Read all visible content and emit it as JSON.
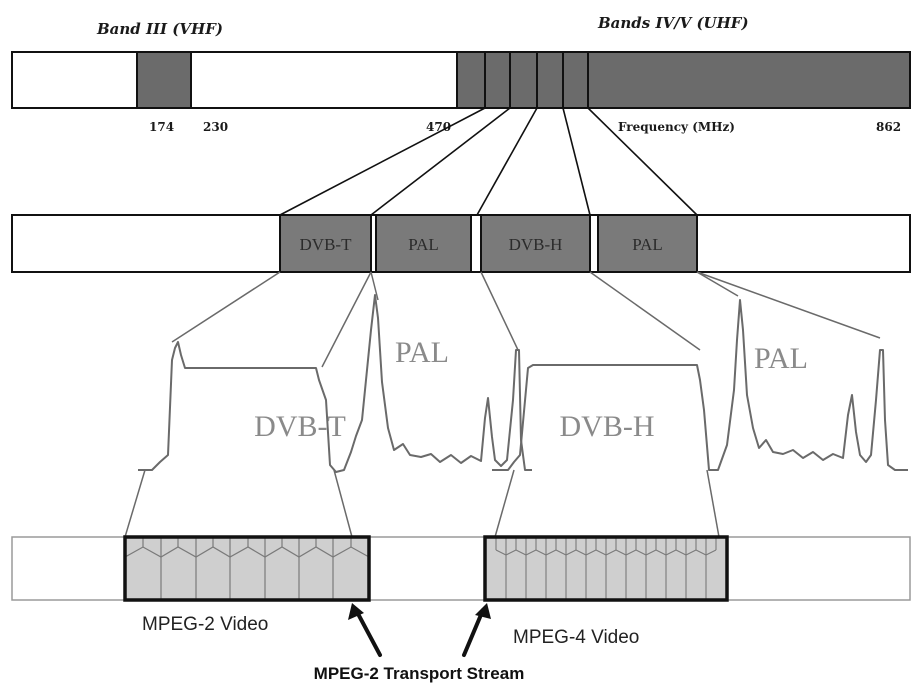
{
  "spectrum": {
    "band_iii_label": "Band III (VHF)",
    "bands_iv_v_label": "Bands IV/V (UHF)",
    "freq_174": "174",
    "freq_230": "230",
    "freq_470": "470",
    "freq_862": "862",
    "axis_label": "Frequency (MHz)"
  },
  "channels": {
    "dvbt": "DVB-T",
    "pal_1": "PAL",
    "dvbh": "DVB-H",
    "pal_2": "PAL"
  },
  "signals": {
    "dvbt": "DVB-T",
    "pal_1": "PAL",
    "dvbh": "DVB-H",
    "pal_2": "PAL"
  },
  "transport": {
    "mpeg2_video": "MPEG-2 Video",
    "mpeg4_video": "MPEG-4 Video",
    "stream_label": "MPEG-2 Transport Stream"
  },
  "colors": {
    "band_fill": "#6b6b6b",
    "channel_fill": "#7a7a7a",
    "packet_fill": "#cfcfcf",
    "outline": "#111111"
  }
}
